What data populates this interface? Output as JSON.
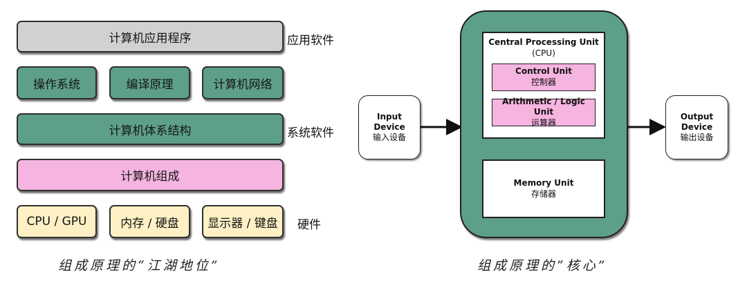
{
  "left_diagram": {
    "app_layer": "计算机应用程序",
    "app_label": "应用软件",
    "system_items": [
      "操作系统",
      "编译原理",
      "计算机网络"
    ],
    "architecture": "计算机体系结构",
    "system_label": "系统软件",
    "composition": "计算机组成",
    "hardware_items": [
      "CPU / GPU",
      "内存 / 硬盘",
      "显示器 / 键盘"
    ],
    "hardware_label": "硬件",
    "caption": "组成原理的“江湖地位”"
  },
  "right_diagram": {
    "cpu": {
      "title": "Central Processing Unit",
      "abbr": "(CPU)"
    },
    "control_unit": {
      "en": "Control Unit",
      "cn": "控制器"
    },
    "alu": {
      "en": "Arithmetic / Logic Unit",
      "cn": "运算器"
    },
    "memory": {
      "en": "Memory Unit",
      "cn": "存储器"
    },
    "input": {
      "en_1": "Input",
      "en_2": "Device",
      "cn": "输入设备"
    },
    "output": {
      "en_1": "Output",
      "en_2": "Device",
      "cn": "输出设备"
    },
    "caption": "组成原理的“核心”"
  },
  "colors": {
    "teal": "#5d9f8b",
    "pink": "#f6b4e0",
    "gray": "#d1d1d1",
    "cream": "#fdf0c4"
  }
}
